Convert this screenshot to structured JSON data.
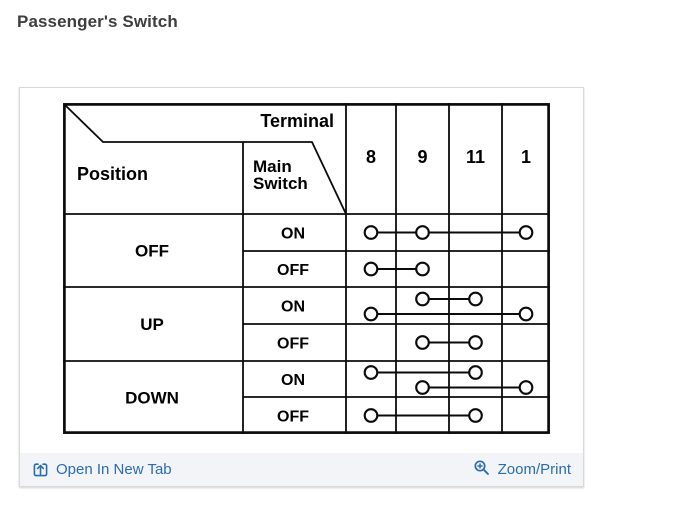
{
  "page": {
    "title": "Passenger's Switch"
  },
  "diagram": {
    "header": {
      "terminal_label": "Terminal",
      "position_label": "Position",
      "main_switch_lines": [
        "Main",
        "Switch"
      ]
    },
    "terminals": [
      "8",
      "9",
      "11",
      "1"
    ],
    "groups": [
      {
        "position": "OFF",
        "sub_rows": [
          {
            "main_switch": "ON",
            "connections": [
              [
                "8",
                "9",
                "1"
              ]
            ]
          },
          {
            "main_switch": "OFF",
            "connections": [
              [
                "8",
                "9"
              ]
            ]
          }
        ]
      },
      {
        "position": "UP",
        "sub_rows": [
          {
            "main_switch": "ON",
            "connections": [
              [
                "9",
                "11"
              ],
              [
                "8",
                "1"
              ]
            ]
          },
          {
            "main_switch": "OFF",
            "connections": [
              [
                "9",
                "11"
              ]
            ]
          }
        ]
      },
      {
        "position": "DOWN",
        "sub_rows": [
          {
            "main_switch": "ON",
            "connections": [
              [
                "8",
                "11"
              ],
              [
                "9",
                "1"
              ]
            ]
          },
          {
            "main_switch": "OFF",
            "connections": [
              [
                "8",
                "11"
              ]
            ]
          }
        ]
      }
    ]
  },
  "footer": {
    "open_link": "Open In New Tab",
    "open_icon": "open-in-new-tab-icon",
    "zoom_link": "Zoom/Print",
    "zoom_icon": "zoom-in-icon"
  },
  "colors": {
    "link": "#2a6cb0",
    "footer_bg": "#f2f4f7",
    "table_ink": "#0b0b0b"
  }
}
